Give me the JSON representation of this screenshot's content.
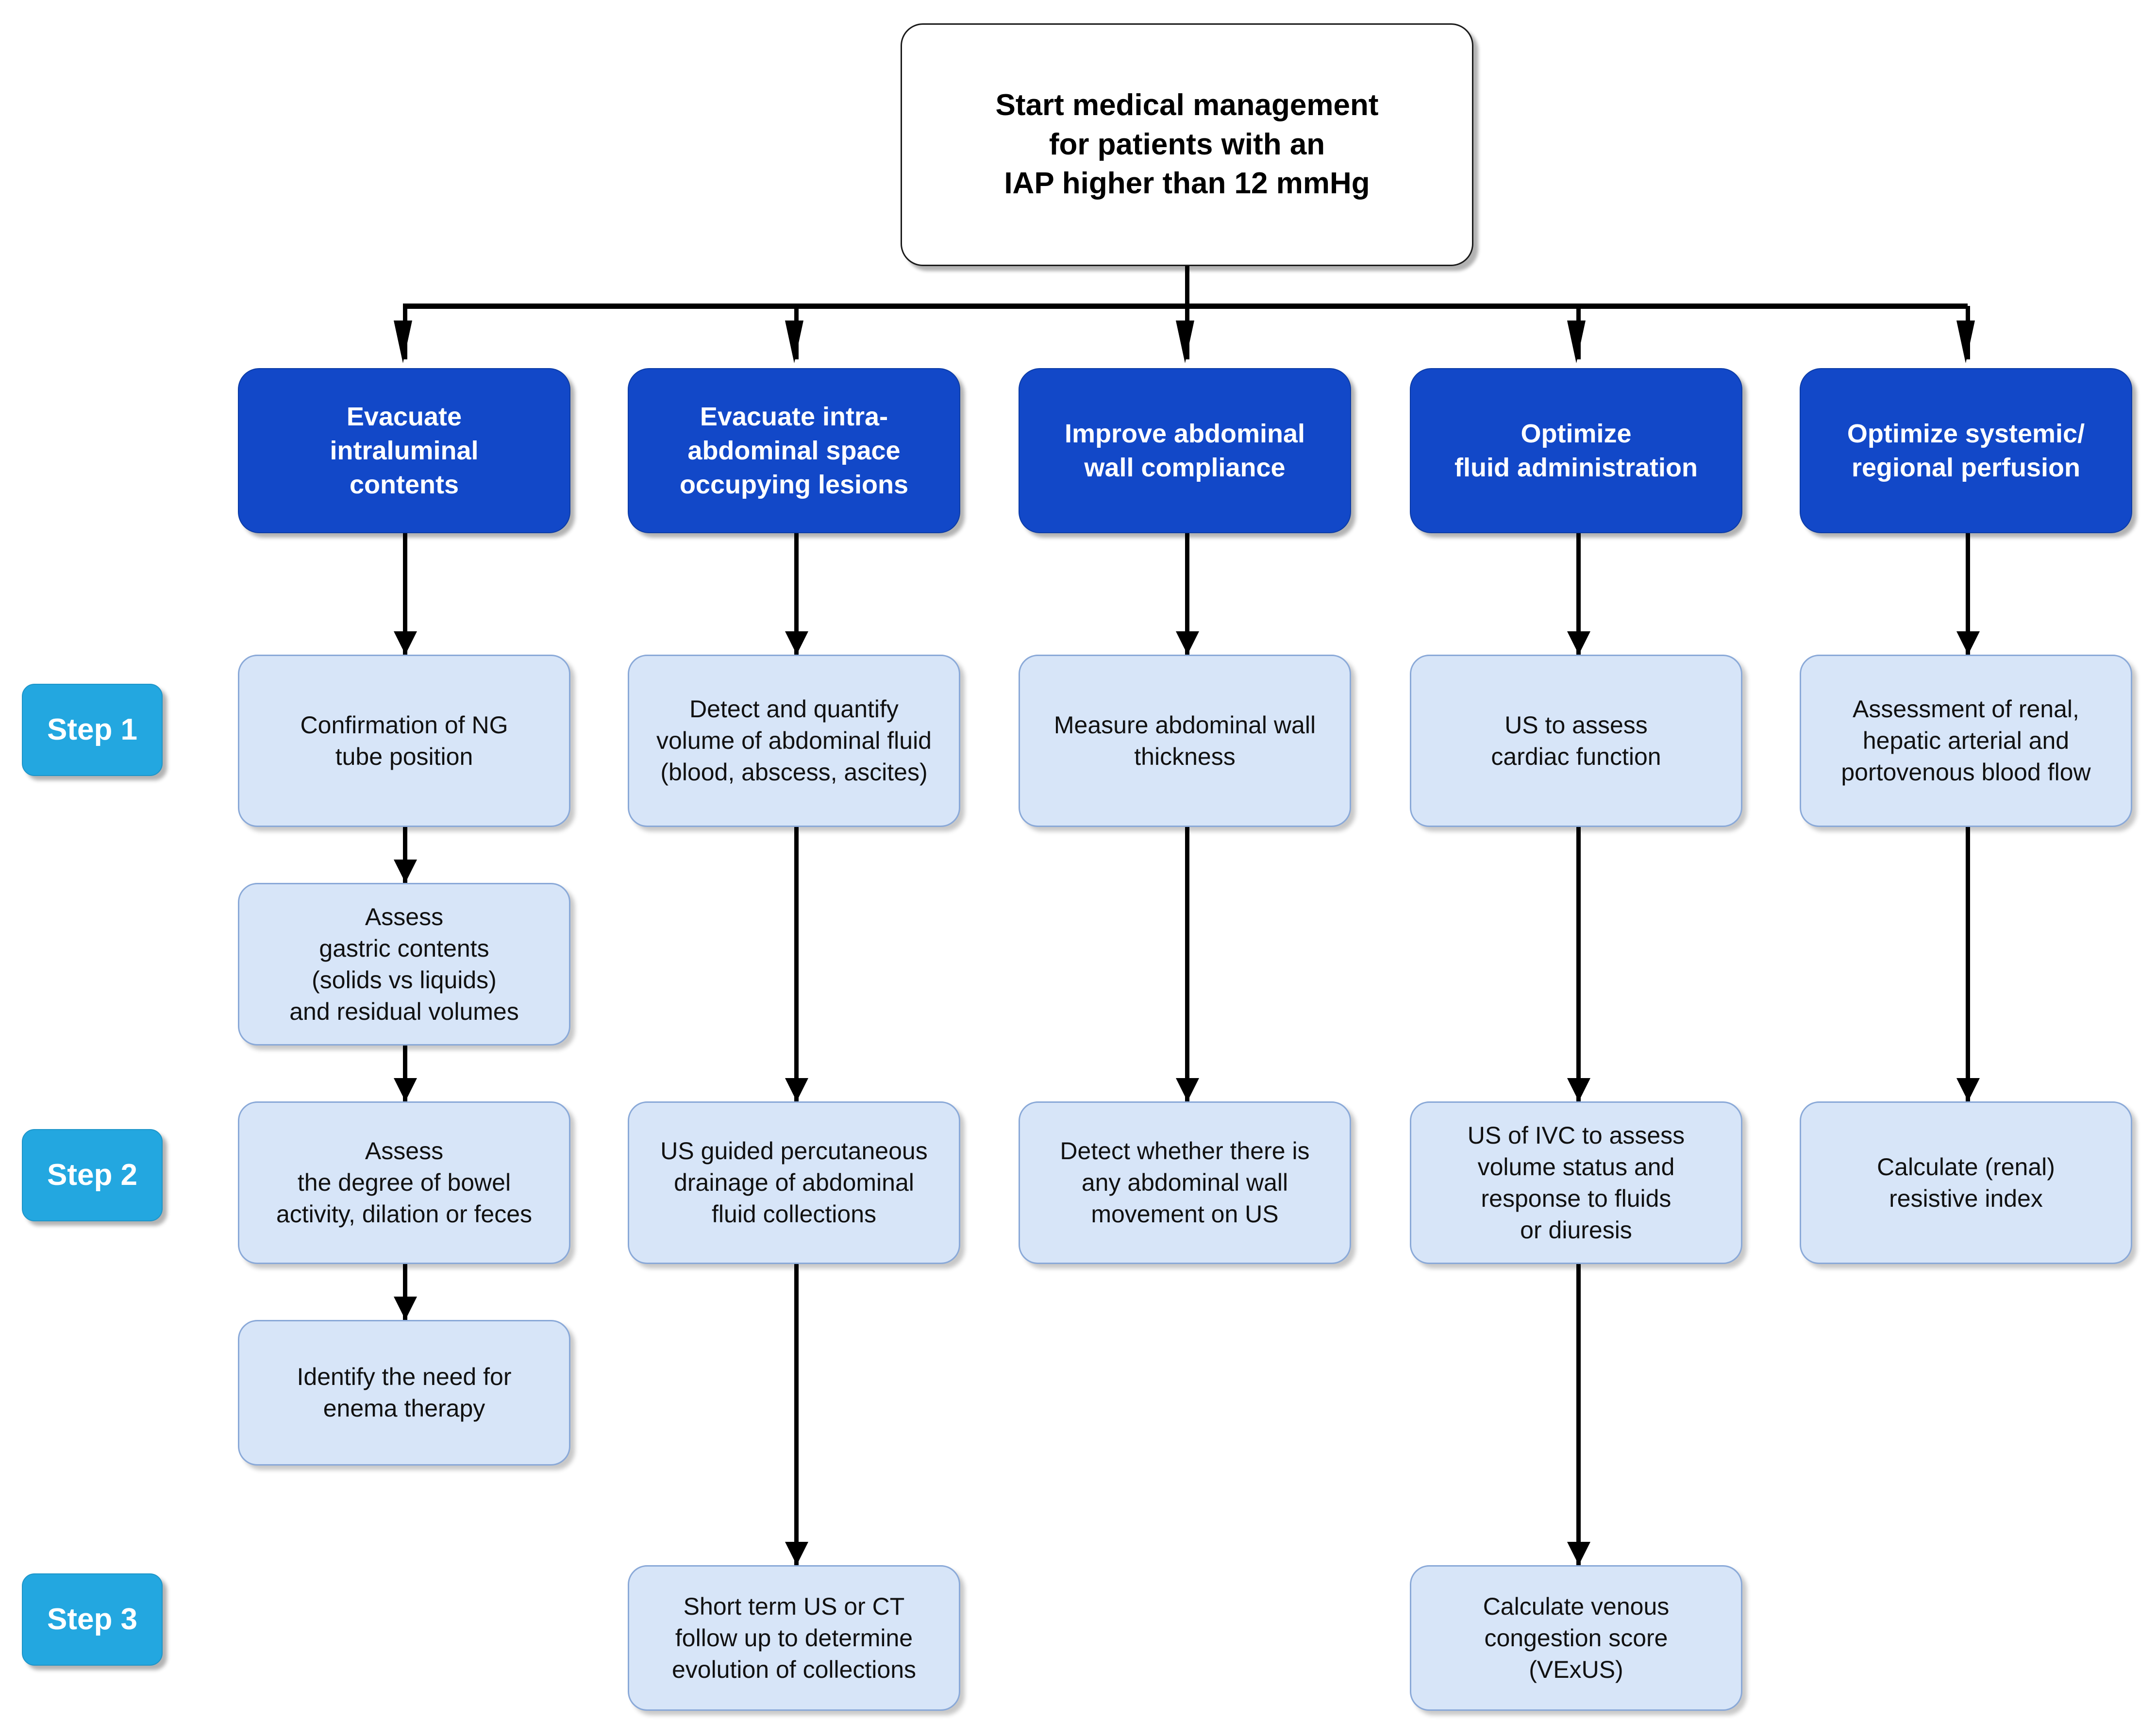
{
  "diagram": {
    "title_node": {
      "text": "Start medical management\nfor patients with an\nIAP higher than 12 mmHg"
    },
    "steps": [
      {
        "id": "step-1",
        "label": "Step 1"
      },
      {
        "id": "step-2",
        "label": "Step 2"
      },
      {
        "id": "step-3",
        "label": "Step 3"
      }
    ],
    "columns": [
      {
        "id": "col-1",
        "header": "Evacuate\nintraluminal\ncontents",
        "nodes": [
          {
            "step": "Step 1",
            "text": "Confirmation of NG\ntube position"
          },
          {
            "step": "Step 1b",
            "text": "Assess\ngastric contents\n(solids vs liquids)\nand residual volumes"
          },
          {
            "step": "Step 2",
            "text": "Assess\nthe degree of bowel\nactivity, dilation or feces"
          },
          {
            "step": "Step 2b",
            "text": "Identify the need for\nenema therapy"
          }
        ]
      },
      {
        "id": "col-2",
        "header": "Evacuate intra-\nabdominal space\noccupying lesions",
        "nodes": [
          {
            "step": "Step 1",
            "text": "Detect and quantify\nvolume of abdominal fluid\n(blood, abscess, ascites)"
          },
          {
            "step": "Step 2",
            "text": "US guided percutaneous\ndrainage of abdominal\nfluid collections"
          },
          {
            "step": "Step 3",
            "text": "Short term US or CT\nfollow up to determine\nevolution of collections"
          }
        ]
      },
      {
        "id": "col-3",
        "header": "Improve abdominal\nwall compliance",
        "nodes": [
          {
            "step": "Step 1",
            "text": "Measure abdominal wall\nthickness"
          },
          {
            "step": "Step 2",
            "text": "Detect whether there is\nany abdominal wall\nmovement on US"
          }
        ]
      },
      {
        "id": "col-4",
        "header": "Optimize\nfluid administration",
        "nodes": [
          {
            "step": "Step 1",
            "text": "US to assess\ncardiac function"
          },
          {
            "step": "Step 2",
            "text": "US of IVC to assess\nvolume status and\nresponse to fluids\nor diuresis"
          },
          {
            "step": "Step 3",
            "text": "Calculate venous\ncongestion score\n(VExUS)"
          }
        ]
      },
      {
        "id": "col-5",
        "header": "Optimize systemic/\nregional perfusion",
        "nodes": [
          {
            "step": "Step 1",
            "text": "Assessment of renal,\nhepatic arterial and\nportovenous blood flow"
          },
          {
            "step": "Step 2",
            "text": "Calculate (renal)\nresistive index"
          }
        ]
      }
    ],
    "colors": {
      "category_blue": "#1248C8",
      "action_light_blue": "#D7E5F8",
      "action_border": "#8AA9D8",
      "step_badge_blue": "#23A7E0",
      "connector_black": "#000000",
      "background": "#FFFFFF"
    }
  }
}
